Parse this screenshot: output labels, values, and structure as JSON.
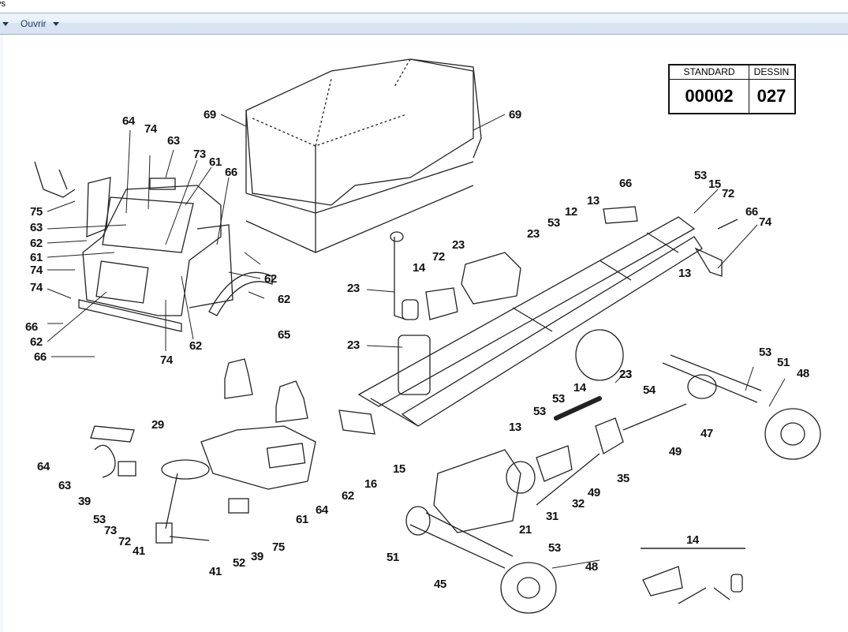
{
  "window": {
    "title_fragment": "ys"
  },
  "toolbar": {
    "buttons": [
      {
        "label": "",
        "icon": "dropdown-arrow"
      },
      {
        "label": "Ouvrir",
        "icon": "dropdown-arrow"
      }
    ],
    "colors": {
      "text": "#1e395b",
      "border": "#a0afc3",
      "bg_top": "#eef5fd",
      "bg_bottom": "#d6e3f2"
    }
  },
  "drawing": {
    "stamp": {
      "standard_label": "STANDARD",
      "standard_value": "00002",
      "dessin_label": "DESSIN",
      "dessin_value": "027"
    },
    "callouts": [
      "64",
      "74",
      "63",
      "73",
      "61",
      "66",
      "75",
      "63",
      "62",
      "61",
      "74",
      "74",
      "66",
      "62",
      "66",
      "62",
      "62",
      "62",
      "74",
      "69",
      "69",
      "66",
      "53",
      "15",
      "72",
      "66",
      "74",
      "12",
      "13",
      "53",
      "23",
      "23",
      "72",
      "14",
      "23",
      "13",
      "23",
      "14",
      "53",
      "53",
      "13",
      "65",
      "23",
      "16",
      "15",
      "53",
      "51",
      "48",
      "54",
      "47",
      "49",
      "23",
      "35",
      "49",
      "32",
      "31",
      "21",
      "53",
      "48",
      "51",
      "45",
      "29",
      "64",
      "63",
      "39",
      "53",
      "73",
      "72",
      "41",
      "41",
      "52",
      "39",
      "75",
      "61",
      "64",
      "62",
      "14"
    ]
  }
}
